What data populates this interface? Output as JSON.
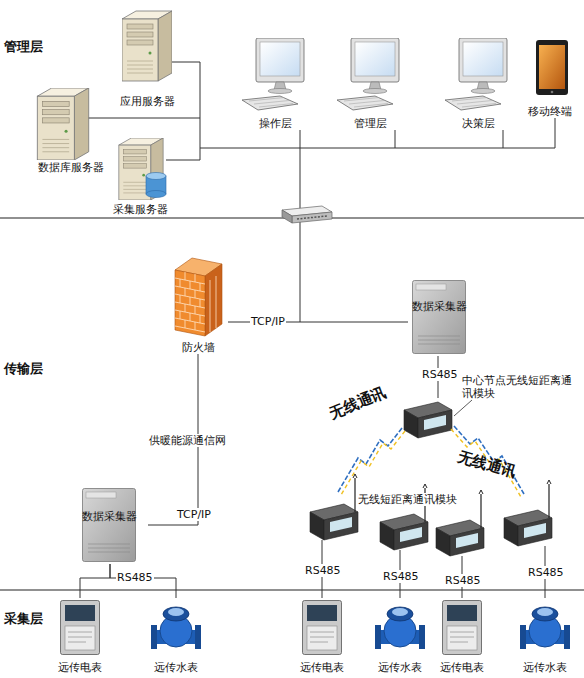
{
  "diagram": {
    "nodes": [
      {
        "text": [
          "数据库服务器"
        ]
      },
      {
        "text": [
          "应用服务器"
        ]
      },
      {
        "text": [
          "采集服务器"
        ]
      },
      {
        "text": [
          "操作层"
        ]
      },
      {
        "text": [
          "管理层"
        ]
      },
      {
        "text": [
          "决策层"
        ]
      },
      {
        "text": [
          "移动终端"
        ]
      },
      {
        "text": [
          "防火墙"
        ]
      },
      {
        "text": [
          "数据采集器"
        ]
      },
      {
        "text": [
          "中心节点无线短距离通讯模块"
        ]
      },
      {
        "text": [
          "数据采集器"
        ]
      },
      {
        "text": [
          "远传电表"
        ]
      },
      {
        "text": [
          "远传水表"
        ]
      },
      {
        "text": [
          "远传电表"
        ]
      },
      {
        "text": [
          "远传水表"
        ]
      },
      {
        "text": [
          "远传电表"
        ]
      },
      {
        "text": [
          "远传水表"
        ]
      }
    ],
    "edges": [
      {
        "from": 7,
        "to": 8,
        "label": "TCP/IP",
        "arrow": "none"
      },
      {
        "from": 7,
        "to": 10,
        "label": "TCP/IP",
        "arrow": "none"
      },
      {
        "from": 8,
        "to": 9,
        "label": "RS485",
        "arrow": "none"
      },
      {
        "from": 10,
        "to": 11,
        "label": "RS485",
        "arrow": "none"
      },
      {
        "from": 10,
        "to": 12,
        "arrow": "none"
      }
    ],
    "labels": [
      "管理层",
      "传输层",
      "无线通讯",
      "无线通讯",
      "无线短距离通讯模块",
      "供暖能源通信网",
      "RS485",
      "RS485",
      "RS485",
      "RS485",
      "采集层"
    ]
  }
}
